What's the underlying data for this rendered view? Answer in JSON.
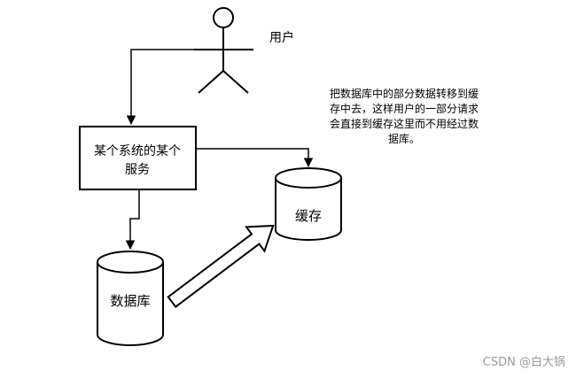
{
  "diagram": {
    "user_label": "用户",
    "system_label_line1": "某个系统的某个",
    "system_label_line2": "服务",
    "cache_label": "缓存",
    "database_label": "数据库",
    "note": "把数据库中的部分数据转移到缓存中去，这样用户的一部分请求会直接到缓存这里而不用经过数据库。"
  },
  "watermark": "CSDN @白大锅"
}
